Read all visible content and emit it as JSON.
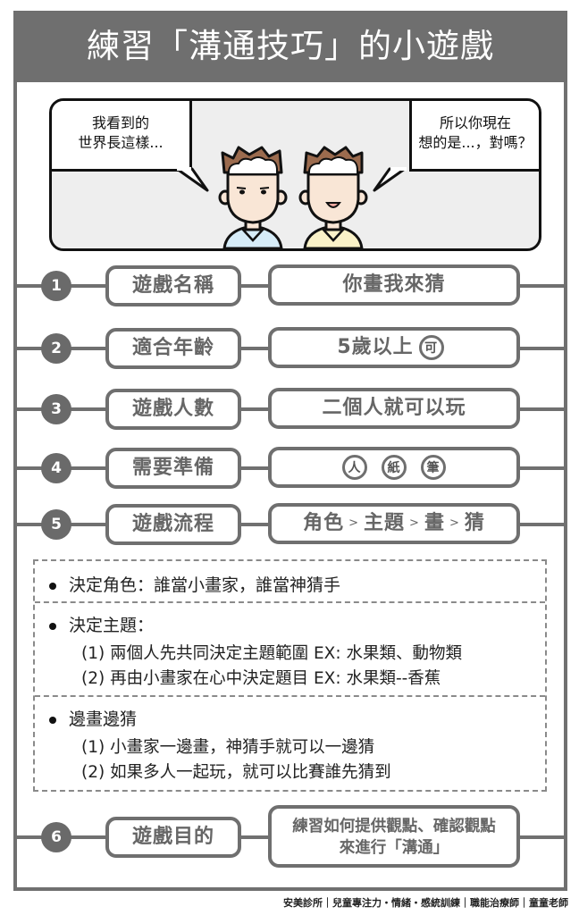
{
  "title": "練習「溝通技巧」的小遊戲",
  "comic": {
    "left_bubble": [
      "我看到的",
      "世界長這樣..."
    ],
    "right_bubble": [
      "所以你現在",
      "想的是...，對嗎？"
    ],
    "colors": {
      "panel_bg": "#eeeeee",
      "skin": "#f9e6d6",
      "hair": "#9b6b4e",
      "shirt_left": "#d6ecf8",
      "shirt_right": "#faf2c8"
    }
  },
  "rows": [
    {
      "num": "1",
      "label": "遊戲名稱",
      "value": "你畫我來猜"
    },
    {
      "num": "2",
      "label": "適合年齡",
      "value": "5歲以上",
      "badge": "可"
    },
    {
      "num": "3",
      "label": "遊戲人數",
      "value": "二個人就可以玩"
    },
    {
      "num": "4",
      "label": "需要準備",
      "items": [
        "人",
        "紙",
        "筆"
      ]
    },
    {
      "num": "5",
      "label": "遊戲流程",
      "steps": [
        "角色",
        "主題",
        "畫",
        "猜"
      ],
      "arrow": ">"
    },
    {
      "num": "6",
      "label": "遊戲目的",
      "value_lines": [
        "練習如何提供觀點、確認觀點",
        "來進行「溝通」"
      ]
    }
  ],
  "details": {
    "sections": [
      {
        "heading": "決定角色：誰當小畫家，誰當神猜手",
        "lines": []
      },
      {
        "heading": "決定主題：",
        "lines": [
          "(1) 兩個人先共同決定主題範圍 EX: 水果類、動物類",
          "(2) 再由小畫家在心中決定題目 EX: 水果類--香蕉"
        ]
      },
      {
        "heading": "邊畫邊猜",
        "lines": [
          "(1) 小畫家一邊畫，神猜手就可以一邊猜",
          "(2) 如果多人一起玩，就可以比賽誰先猜到"
        ]
      }
    ]
  },
  "footer": "安美診所｜兒童專注力・情緒・感統訓練｜職能治療師｜童童老師",
  "colors": {
    "frame": "#707070",
    "header_bg": "#6f6f6f",
    "text_gray": "#666666"
  }
}
